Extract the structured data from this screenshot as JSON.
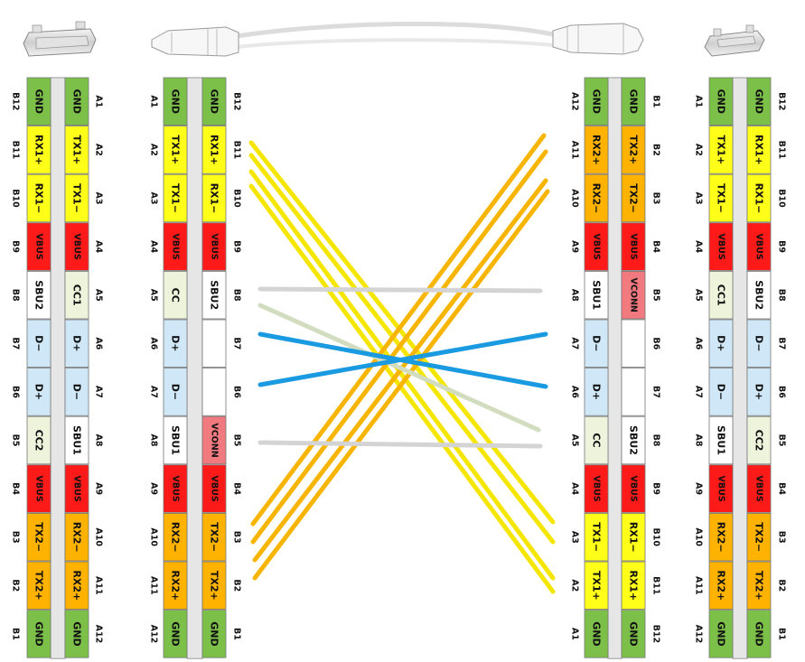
{
  "colors": {
    "GND": "#7cc04a",
    "TX": "#ffff1a",
    "RX": "#ffb300",
    "VBUS": "#ff1a1a",
    "CC": "#eef4dc",
    "D": "#cfe7f7",
    "SBU": "#ffffff",
    "VCONN": "#f07a80",
    "EMPTY": "#ffffff",
    "wire_yellow": "#f5e600",
    "wire_orange": "#f7b500",
    "wire_gray": "#d4d4d4",
    "wire_sage": "#d2dcbf",
    "wire_blue": "#1a9ae0"
  },
  "pins": {
    "a_row": [
      "A1",
      "A2",
      "A3",
      "A4",
      "A5",
      "A6",
      "A7",
      "A8",
      "A9",
      "A10",
      "A11",
      "A12"
    ],
    "b_row": [
      "B12",
      "B11",
      "B10",
      "B9",
      "B8",
      "B7",
      "B6",
      "B5",
      "B4",
      "B3",
      "B2",
      "B1"
    ]
  },
  "connectors": [
    {
      "id": "left-receptacle",
      "outer_labels": "b_row",
      "inner_labels": "a_row",
      "outer": [
        {
          "text": "GND",
          "color": "GND"
        },
        {
          "text": "RX1+",
          "color": "TX"
        },
        {
          "text": "RX1−",
          "color": "TX"
        },
        {
          "text": "VBUS",
          "color": "VBUS"
        },
        {
          "text": "SBU2",
          "color": "SBU"
        },
        {
          "text": "D−",
          "color": "D"
        },
        {
          "text": "D+",
          "color": "D"
        },
        {
          "text": "CC2",
          "color": "CC"
        },
        {
          "text": "VBUS",
          "color": "VBUS"
        },
        {
          "text": "TX2−",
          "color": "RX"
        },
        {
          "text": "TX2+",
          "color": "RX"
        },
        {
          "text": "GND",
          "color": "GND"
        }
      ],
      "inner": [
        {
          "text": "GND",
          "color": "GND"
        },
        {
          "text": "TX1+",
          "color": "TX"
        },
        {
          "text": "TX1−",
          "color": "TX"
        },
        {
          "text": "VBUS",
          "color": "VBUS"
        },
        {
          "text": "CC1",
          "color": "CC"
        },
        {
          "text": "D+",
          "color": "D"
        },
        {
          "text": "D−",
          "color": "D"
        },
        {
          "text": "SBU1",
          "color": "SBU"
        },
        {
          "text": "VBUS",
          "color": "VBUS"
        },
        {
          "text": "RX2−",
          "color": "RX"
        },
        {
          "text": "RX2+",
          "color": "RX"
        },
        {
          "text": "GND",
          "color": "GND"
        }
      ]
    },
    {
      "id": "left-plug",
      "outer_labels": "a_row",
      "inner_labels": "b_row",
      "outer": [
        {
          "text": "GND",
          "color": "GND"
        },
        {
          "text": "TX1+",
          "color": "TX"
        },
        {
          "text": "TX1−",
          "color": "TX"
        },
        {
          "text": "VBUS",
          "color": "VBUS"
        },
        {
          "text": "CC",
          "color": "CC"
        },
        {
          "text": "D+",
          "color": "D"
        },
        {
          "text": "D−",
          "color": "D"
        },
        {
          "text": "SBU1",
          "color": "SBU"
        },
        {
          "text": "VBUS",
          "color": "VBUS"
        },
        {
          "text": "RX2−",
          "color": "RX"
        },
        {
          "text": "RX2+",
          "color": "RX"
        },
        {
          "text": "GND",
          "color": "GND"
        }
      ],
      "inner": [
        {
          "text": "GND",
          "color": "GND"
        },
        {
          "text": "RX1+",
          "color": "TX"
        },
        {
          "text": "RX1−",
          "color": "TX"
        },
        {
          "text": "VBUS",
          "color": "VBUS"
        },
        {
          "text": "SBU2",
          "color": "SBU"
        },
        {
          "text": "",
          "color": "EMPTY"
        },
        {
          "text": "",
          "color": "EMPTY"
        },
        {
          "text": "VCONN",
          "color": "VCONN"
        },
        {
          "text": "VBUS",
          "color": "VBUS"
        },
        {
          "text": "TX2−",
          "color": "RX"
        },
        {
          "text": "TX2+",
          "color": "RX"
        },
        {
          "text": "GND",
          "color": "GND"
        }
      ]
    },
    {
      "id": "right-plug",
      "outer_labels": "a_row_rev",
      "inner_labels": "b_row_rev",
      "outer": [
        {
          "text": "GND",
          "color": "GND"
        },
        {
          "text": "RX2+",
          "color": "RX"
        },
        {
          "text": "RX2−",
          "color": "RX"
        },
        {
          "text": "VBUS",
          "color": "VBUS"
        },
        {
          "text": "SBU1",
          "color": "SBU"
        },
        {
          "text": "D−",
          "color": "D"
        },
        {
          "text": "D+",
          "color": "D"
        },
        {
          "text": "CC",
          "color": "CC"
        },
        {
          "text": "VBUS",
          "color": "VBUS"
        },
        {
          "text": "TX1−",
          "color": "TX"
        },
        {
          "text": "TX1+",
          "color": "TX"
        },
        {
          "text": "GND",
          "color": "GND"
        }
      ],
      "inner": [
        {
          "text": "GND",
          "color": "GND"
        },
        {
          "text": "TX2+",
          "color": "RX"
        },
        {
          "text": "TX2−",
          "color": "RX"
        },
        {
          "text": "VBUS",
          "color": "VBUS"
        },
        {
          "text": "VCONN",
          "color": "VCONN"
        },
        {
          "text": "",
          "color": "EMPTY"
        },
        {
          "text": "",
          "color": "EMPTY"
        },
        {
          "text": "SBU2",
          "color": "SBU"
        },
        {
          "text": "VBUS",
          "color": "VBUS"
        },
        {
          "text": "RX1−",
          "color": "TX"
        },
        {
          "text": "RX1+",
          "color": "TX"
        },
        {
          "text": "GND",
          "color": "GND"
        }
      ]
    },
    {
      "id": "right-receptacle",
      "outer_labels": "a_row",
      "inner_labels": "b_row",
      "outer": [
        {
          "text": "GND",
          "color": "GND"
        },
        {
          "text": "TX1+",
          "color": "TX"
        },
        {
          "text": "TX1−",
          "color": "TX"
        },
        {
          "text": "VBUS",
          "color": "VBUS"
        },
        {
          "text": "CC1",
          "color": "CC"
        },
        {
          "text": "D+",
          "color": "D"
        },
        {
          "text": "D−",
          "color": "D"
        },
        {
          "text": "SBU1",
          "color": "SBU"
        },
        {
          "text": "VBUS",
          "color": "VBUS"
        },
        {
          "text": "RX2−",
          "color": "RX"
        },
        {
          "text": "RX2+",
          "color": "RX"
        },
        {
          "text": "GND",
          "color": "GND"
        }
      ],
      "inner": [
        {
          "text": "GND",
          "color": "GND"
        },
        {
          "text": "RX1+",
          "color": "TX"
        },
        {
          "text": "RX1−",
          "color": "TX"
        },
        {
          "text": "VBUS",
          "color": "VBUS"
        },
        {
          "text": "SBU2",
          "color": "SBU"
        },
        {
          "text": "D−",
          "color": "D"
        },
        {
          "text": "D+",
          "color": "D"
        },
        {
          "text": "CC2",
          "color": "CC"
        },
        {
          "text": "VBUS",
          "color": "VBUS"
        },
        {
          "text": "TX2−",
          "color": "RX"
        },
        {
          "text": "TX2+",
          "color": "RX"
        },
        {
          "text": "GND",
          "color": "GND"
        }
      ]
    }
  ],
  "label_sets": {
    "a_row": [
      "A1",
      "A2",
      "A3",
      "A4",
      "A5",
      "A6",
      "A7",
      "A8",
      "A9",
      "A10",
      "A11",
      "A12"
    ],
    "b_row": [
      "B12",
      "B11",
      "B10",
      "B9",
      "B8",
      "B7",
      "B6",
      "B5",
      "B4",
      "B3",
      "B2",
      "B1"
    ],
    "a_row_rev": [
      "A12",
      "A11",
      "A10",
      "A9",
      "A8",
      "A7",
      "A6",
      "A5",
      "A4",
      "A3",
      "A2",
      "A1"
    ],
    "b_row_rev": [
      "B1",
      "B2",
      "B3",
      "B4",
      "B5",
      "B6",
      "B7",
      "B8",
      "B9",
      "B10",
      "B11",
      "B12"
    ]
  },
  "wires": [
    {
      "name": "B11-A2",
      "color": "wire_yellow"
    },
    {
      "name": "B10-A3",
      "color": "wire_yellow"
    },
    {
      "name": "A2-B11",
      "color": "wire_yellow"
    },
    {
      "name": "A3-B10",
      "color": "wire_yellow"
    },
    {
      "name": "B3-A10",
      "color": "wire_orange"
    },
    {
      "name": "B2-A11",
      "color": "wire_orange"
    },
    {
      "name": "A10-B3",
      "color": "wire_orange"
    },
    {
      "name": "A11-B2",
      "color": "wire_orange"
    },
    {
      "name": "B8-A8",
      "color": "wire_gray"
    },
    {
      "name": "B5-B8",
      "color": "wire_gray"
    },
    {
      "name": "CC-CC",
      "color": "wire_sage"
    },
    {
      "name": "D+-D+",
      "color": "wire_blue"
    },
    {
      "name": "D−-D−",
      "color": "wire_blue"
    }
  ]
}
